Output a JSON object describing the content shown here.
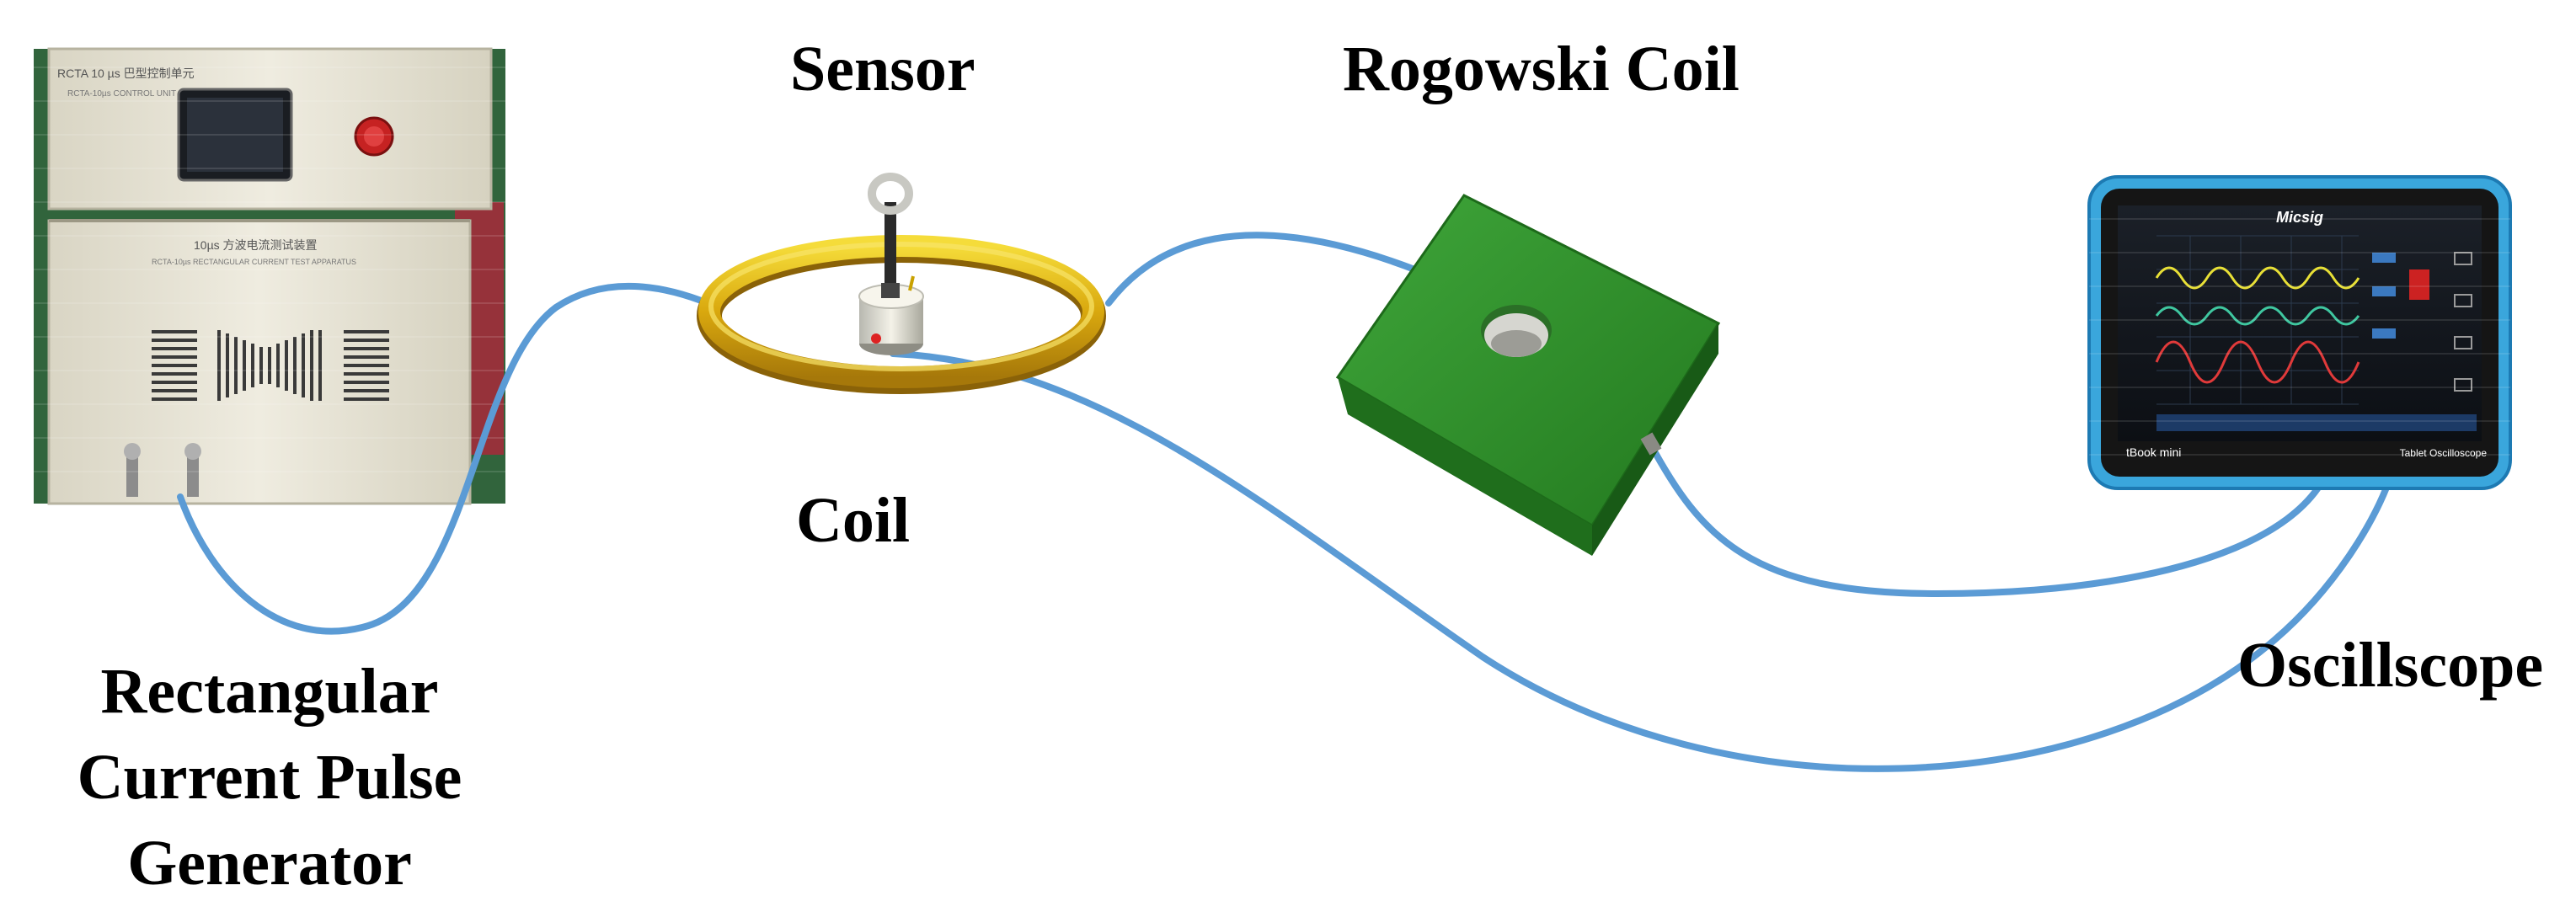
{
  "labels": {
    "sensor": "Sensor",
    "rogowski": "Rogowski Coil",
    "coil": "Coil",
    "oscilloscope": "Oscillscope",
    "generator": "Rectangular Current Pulse Generator"
  },
  "generator_panel": {
    "top_text": "RCTA 10 µs 巴型控制单元",
    "sub_text": "RCTA-10µs CONTROL UNIT",
    "mid_text": "10µs 方波电流测试装置",
    "mid_sub": "RCTA-10µs RECTANGULAR CURRENT TEST APPARATUS"
  },
  "oscilloscope": {
    "brand": "Micsig",
    "model": "tBook mini",
    "type": "Tablet Oscilloscope"
  },
  "colors": {
    "cable": "#5b9bd5",
    "ring": "#e8c21c",
    "rogowski_box": "#2e8b2e",
    "osc_frame": "#3aa6dc",
    "cabinet": "#ebe8d8"
  }
}
